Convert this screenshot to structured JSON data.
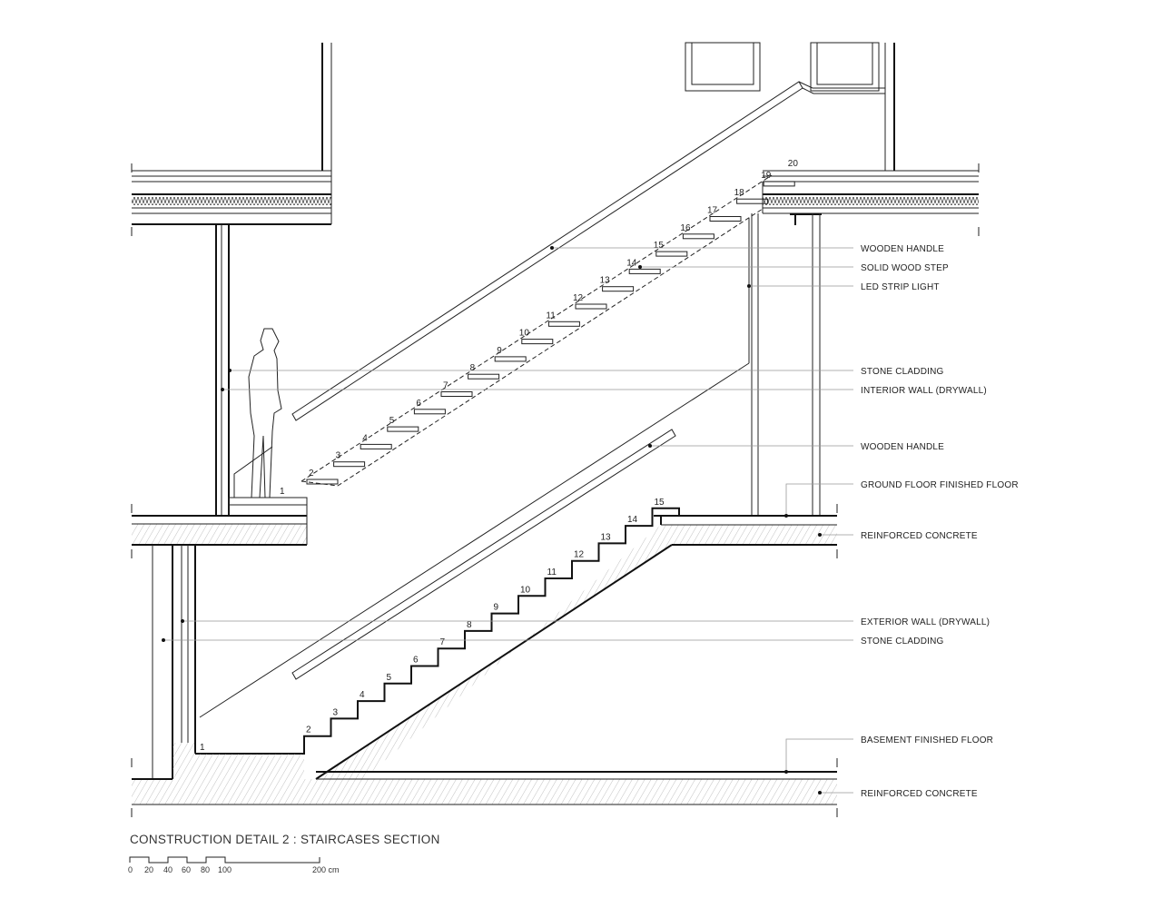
{
  "title": "CONSTRUCTION DETAIL 2 : STAIRCASES SECTION",
  "scale": {
    "ticks": [
      "0",
      "20",
      "40",
      "60",
      "80",
      "100"
    ],
    "end": "200 cm"
  },
  "labels": [
    {
      "text": "WOODEN HANDLE"
    },
    {
      "text": "SOLID WOOD STEP"
    },
    {
      "text": "LED STRIP LIGHT"
    },
    {
      "text": "STONE CLADDING"
    },
    {
      "text": "INTERIOR WALL (DRYWALL)"
    },
    {
      "text": "WOODEN HANDLE"
    },
    {
      "text": "GROUND FLOOR FINISHED FLOOR"
    },
    {
      "text": "REINFORCED CONCRETE"
    },
    {
      "text": "EXTERIOR WALL (DRYWALL)"
    },
    {
      "text": "STONE CLADDING"
    },
    {
      "text": "BASEMENT FINISHED FLOOR"
    },
    {
      "text": "REINFORCED CONCRETE"
    }
  ],
  "upper_steps": [
    "1",
    "2",
    "3",
    "4",
    "5",
    "6",
    "7",
    "8",
    "9",
    "10",
    "11",
    "12",
    "13",
    "14",
    "15",
    "16",
    "17",
    "18",
    "19",
    "20"
  ],
  "lower_steps": [
    "1",
    "2",
    "3",
    "4",
    "5",
    "6",
    "7",
    "8",
    "9",
    "10",
    "11",
    "12",
    "13",
    "14",
    "15"
  ]
}
